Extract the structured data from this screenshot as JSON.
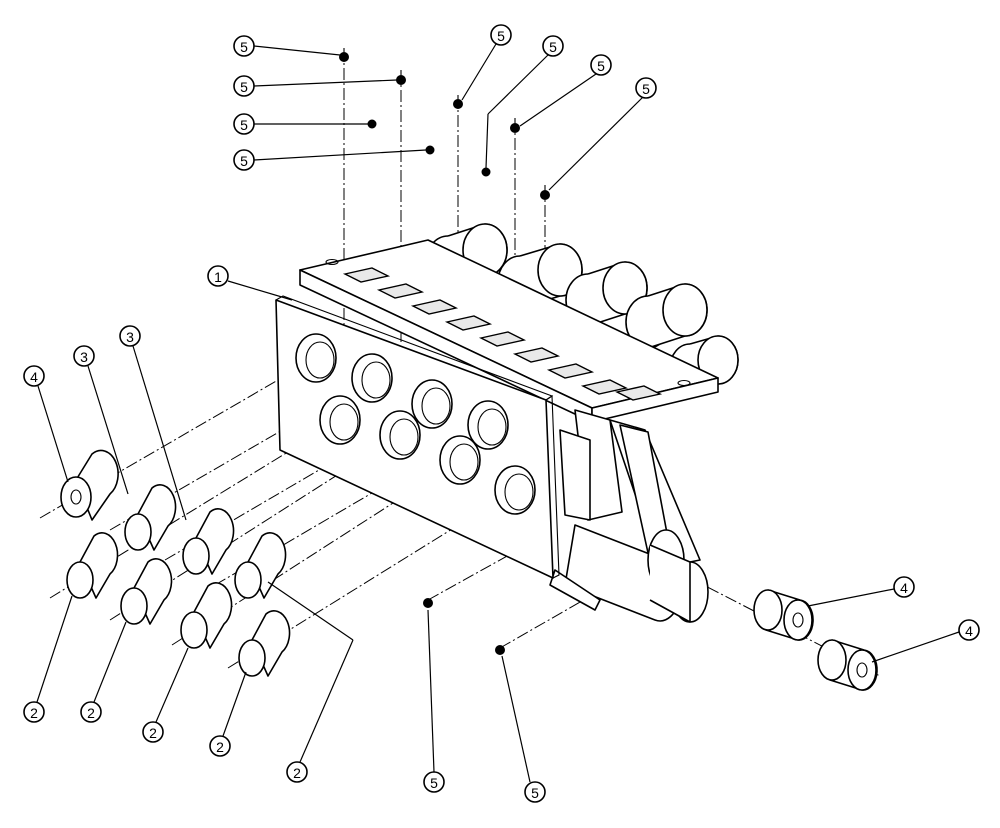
{
  "diagram": {
    "callouts": [
      "1",
      "2",
      "3",
      "4",
      "5"
    ]
  }
}
